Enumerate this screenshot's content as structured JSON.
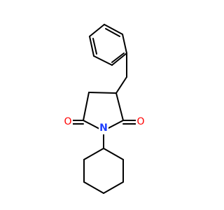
{
  "molecule": {
    "atoms": {
      "nitrogen": {
        "label": "N",
        "color": "#1f3fff"
      },
      "oxygen_left": {
        "label": "O",
        "color": "#ff0000"
      },
      "oxygen_right": {
        "label": "O",
        "color": "#ff0000"
      }
    },
    "bond_color": "#000000",
    "background_color": "#ffffff"
  }
}
